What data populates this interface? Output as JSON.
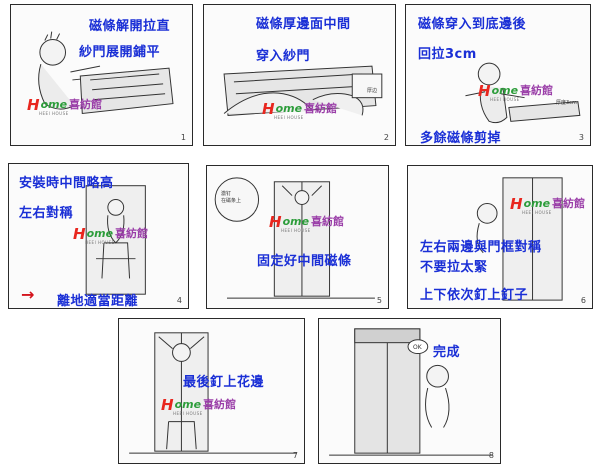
{
  "logo": {
    "h": "H",
    "word": "ome",
    "zh": "喜紡館",
    "sub": "HEEI HOUSE"
  },
  "panels": [
    {
      "number": "1",
      "captions": [
        "磁條解開拉直",
        "紗門展開鋪平"
      ]
    },
    {
      "number": "2",
      "captions": [
        "磁條厚邊面中間",
        "穿入紗門"
      ],
      "note": "厚边"
    },
    {
      "number": "3",
      "captions": [
        "磁條穿入到底邊後",
        "回拉3cm",
        "多餘磁條剪掉"
      ],
      "note": "厚度3cm"
    },
    {
      "number": "4",
      "captions": [
        "安裝時中間略高",
        "左右對稱",
        "離地適當距離"
      ]
    },
    {
      "number": "5",
      "captions": [
        "固定好中間磁條"
      ],
      "note": "激钉\n在磁条上"
    },
    {
      "number": "6",
      "captions": [
        "左右兩邊與門框對稱",
        "不要拉太緊",
        "上下依次釘上釘子"
      ]
    },
    {
      "number": "7",
      "captions": [
        "最後釘上花邊"
      ]
    },
    {
      "number": "8",
      "captions": [
        "完成"
      ],
      "note": "OK"
    }
  ],
  "icons": {
    "arrow": "right-arrow-icon"
  }
}
